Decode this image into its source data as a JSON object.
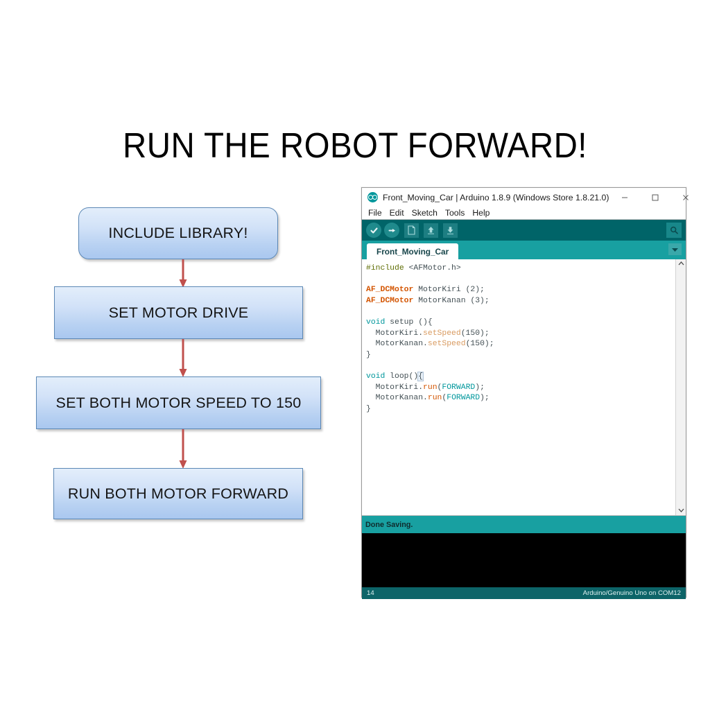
{
  "slide": {
    "title": "RUN THE ROBOT FORWARD!"
  },
  "flowchart": {
    "boxes": [
      {
        "label": "INCLUDE LIBRARY!",
        "shape": "rounded-rect"
      },
      {
        "label": "SET MOTOR DRIVE",
        "shape": "rect"
      },
      {
        "label": "SET BOTH MOTOR SPEED TO 150",
        "shape": "rect"
      },
      {
        "label": "RUN BOTH MOTOR FORWARD",
        "shape": "rect"
      }
    ],
    "arrow_color": "#c0504d",
    "box_border_color": "#5b87b5",
    "box_fill_top": "#e3eefb",
    "box_fill_bottom": "#a9c7ef"
  },
  "ide": {
    "window_title": "Front_Moving_Car | Arduino 1.8.9 (Windows Store 1.8.21.0)",
    "logo_icon": "arduino-infinity-icon",
    "window_controls": [
      {
        "name": "minimize",
        "glyph": "minimize-icon"
      },
      {
        "name": "maximize",
        "glyph": "maximize-icon"
      },
      {
        "name": "close",
        "glyph": "close-icon"
      }
    ],
    "menus": [
      "File",
      "Edit",
      "Sketch",
      "Tools",
      "Help"
    ],
    "toolbar": [
      {
        "name": "verify-button",
        "icon": "checkmark-icon"
      },
      {
        "name": "upload-button",
        "icon": "arrow-right-icon"
      },
      {
        "name": "new-button",
        "icon": "document-icon"
      },
      {
        "name": "open-button",
        "icon": "arrow-up-icon"
      },
      {
        "name": "save-button",
        "icon": "arrow-down-icon"
      },
      {
        "name": "serial-monitor-button",
        "icon": "magnifier-icon"
      }
    ],
    "tab": {
      "label": "Front_Moving_Car",
      "dropdown_icon": "chevron-down-icon"
    },
    "code_lines": [
      [
        {
          "t": "#include ",
          "c": "k-pre"
        },
        {
          "t": "<AFMotor.h>",
          "c": "k-inc"
        }
      ],
      [],
      [
        {
          "t": "AF_DCMotor",
          "c": "k-type"
        },
        {
          "t": " MotorKiri (2);",
          "c": "k-plain"
        }
      ],
      [
        {
          "t": "AF_DCMotor",
          "c": "k-type"
        },
        {
          "t": " MotorKanan (3);",
          "c": "k-plain"
        }
      ],
      [],
      [
        {
          "t": "void",
          "c": "k-void"
        },
        {
          "t": " setup (){",
          "c": "k-plain"
        }
      ],
      [
        {
          "t": "  MotorKiri.",
          "c": "k-plain"
        },
        {
          "t": "setSpeed",
          "c": "k-meth"
        },
        {
          "t": "(150);",
          "c": "k-plain"
        }
      ],
      [
        {
          "t": "  MotorKanan.",
          "c": "k-plain"
        },
        {
          "t": "setSpeed",
          "c": "k-meth"
        },
        {
          "t": "(150);",
          "c": "k-plain"
        }
      ],
      [
        {
          "t": "}",
          "c": "k-plain"
        }
      ],
      [],
      [
        {
          "t": "void",
          "c": "k-void"
        },
        {
          "t": " loop()",
          "c": "k-plain"
        },
        {
          "t": "{",
          "c": "k-plain brace-hl"
        }
      ],
      [
        {
          "t": "  MotorKiri.",
          "c": "k-plain"
        },
        {
          "t": "run",
          "c": "k-fn"
        },
        {
          "t": "(",
          "c": "k-plain"
        },
        {
          "t": "FORWARD",
          "c": "k-const"
        },
        {
          "t": ");",
          "c": "k-plain"
        }
      ],
      [
        {
          "t": "  MotorKanan.",
          "c": "k-plain"
        },
        {
          "t": "run",
          "c": "k-fn"
        },
        {
          "t": "(",
          "c": "k-plain"
        },
        {
          "t": "FORWARD",
          "c": "k-const"
        },
        {
          "t": ");",
          "c": "k-plain"
        }
      ],
      [
        {
          "t": "}",
          "c": "k-plain"
        }
      ]
    ],
    "scrollbar": {
      "up_icon": "chevron-up-icon",
      "down_icon": "chevron-down-icon"
    },
    "status_message": "Done Saving.",
    "console_text": "",
    "bottom_bar": {
      "line_number": "14",
      "board": "Arduino/Genuino Uno on COM12"
    },
    "colors": {
      "toolbar_bg": "#006468",
      "tabbar_bg": "#18a0a1",
      "status_bg": "#18a0a1",
      "bottombar_bg": "#0d6468",
      "console_bg": "#000000"
    }
  }
}
